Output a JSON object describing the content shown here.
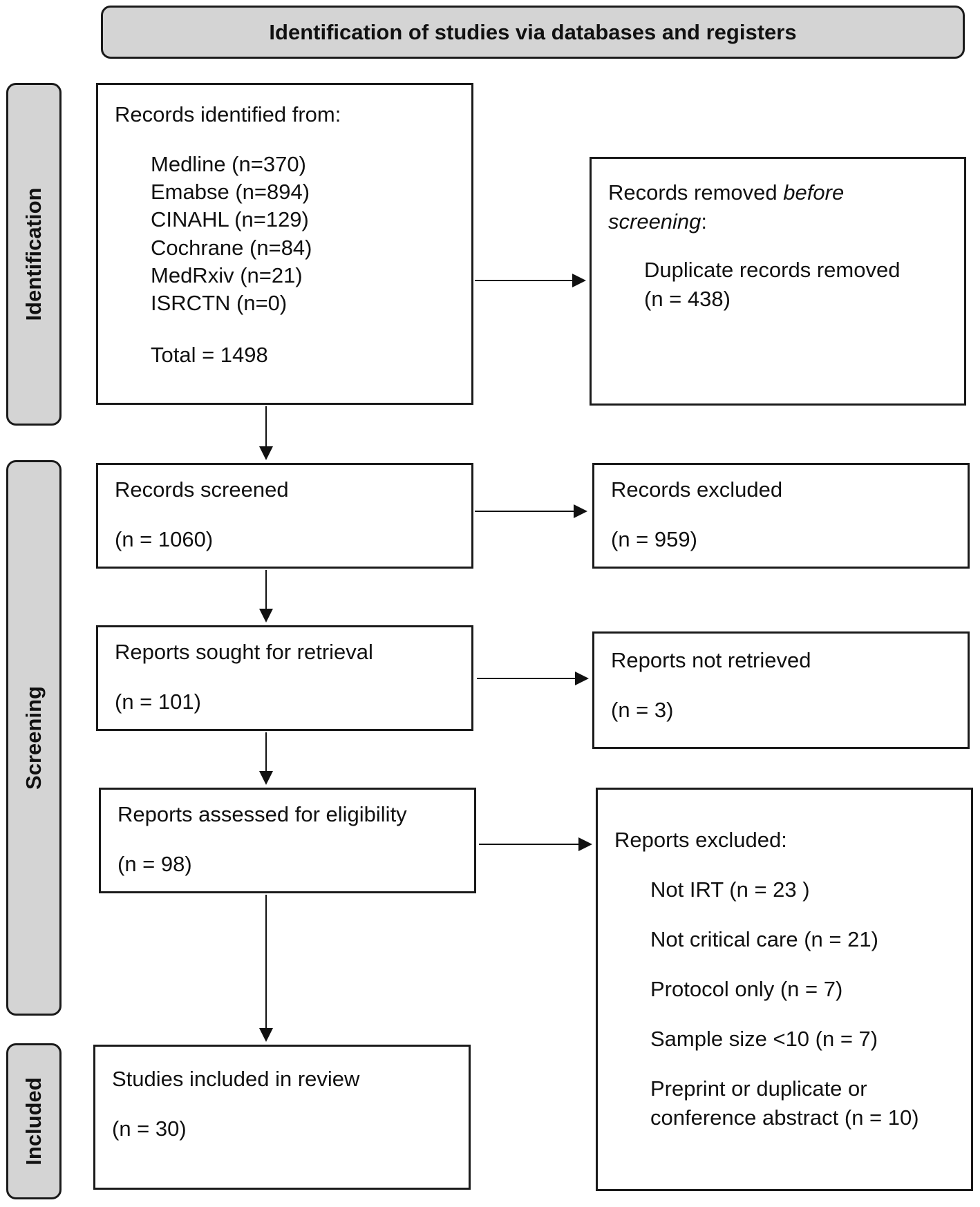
{
  "header": {
    "title": "Identification of studies via databases and registers"
  },
  "phases": {
    "identification": "Identification",
    "screening": "Screening",
    "included": "Included"
  },
  "identified": {
    "heading": "Records identified from:",
    "sources": [
      "Medline (n=370)",
      "Emabse (n=894)",
      "CINAHL (n=129)",
      "Cochrane (n=84)",
      "MedRxiv (n=21)",
      "ISRCTN (n=0)"
    ],
    "total": "Total = 1498"
  },
  "removed": {
    "heading_pre": "Records removed ",
    "heading_em1": "before",
    "heading_em2": "screening",
    "heading_post": ":",
    "item": "Duplicate records removed",
    "count": "(n = 438)"
  },
  "screened": {
    "label": "Records screened",
    "count": "(n = 1060)"
  },
  "excluded": {
    "label": "Records excluded",
    "count": "(n = 959)"
  },
  "sought": {
    "label": "Reports sought for retrieval",
    "count": "(n = 101)"
  },
  "not_retrieved": {
    "label": "Reports not retrieved",
    "count": "(n = 3)"
  },
  "assessed": {
    "label": "Reports assessed for eligibility",
    "count": "(n = 98)"
  },
  "reports_excluded": {
    "heading": "Reports excluded:",
    "reasons": [
      "Not IRT (n = 23 )",
      "Not critical care (n = 21)",
      "Protocol only (n = 7)",
      "Sample size <10 (n = 7)",
      "Preprint or duplicate or",
      "conference abstract (n = 10)"
    ]
  },
  "included": {
    "label": "Studies included in review",
    "count": "(n = 30)"
  }
}
